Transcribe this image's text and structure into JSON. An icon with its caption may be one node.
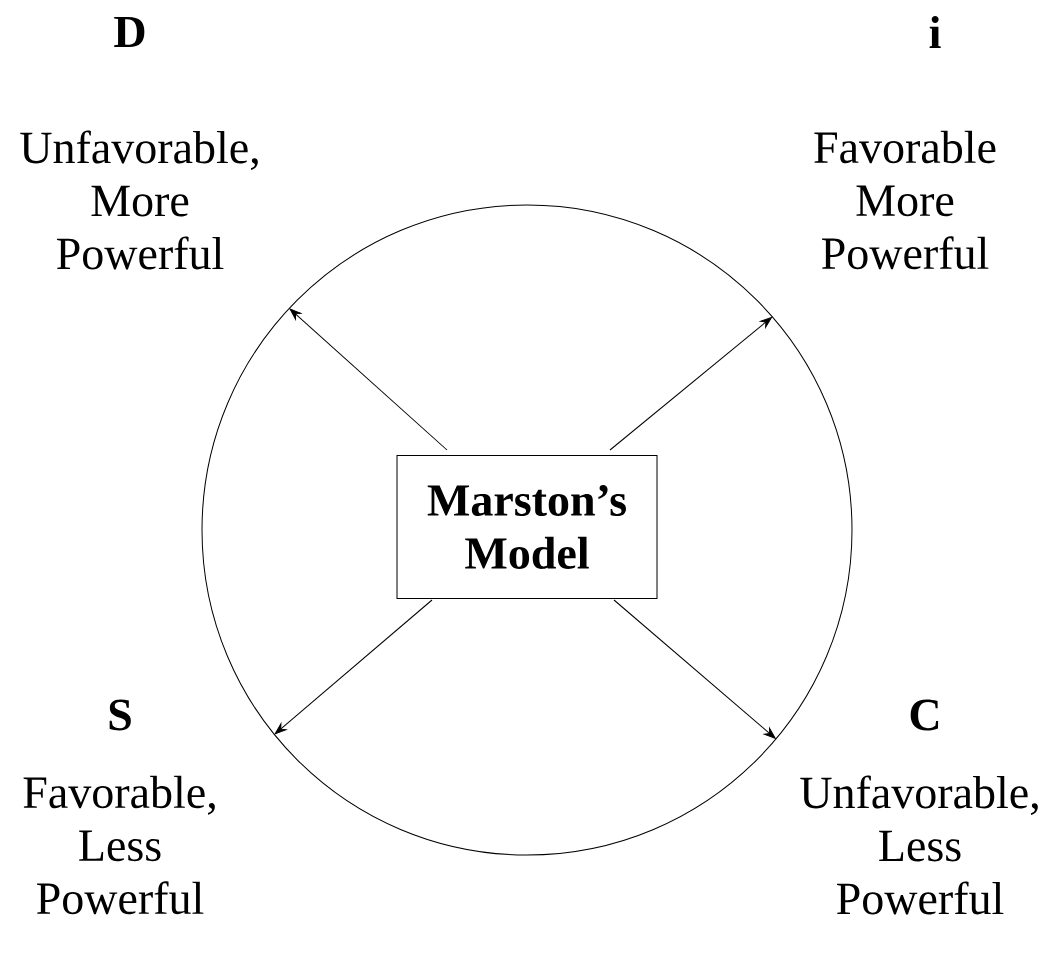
{
  "diagram": {
    "nodes": [
      {
        "text": [],
        "shape": "circle"
      },
      {
        "text": [
          "Marston’s Model"
        ],
        "in": 0
      }
    ],
    "edges": [
      {
        "from": 1,
        "to": 0,
        "arrow": "to"
      },
      {
        "from": 1,
        "to": 0,
        "arrow": "to"
      },
      {
        "from": 1,
        "to": 0,
        "arrow": "to"
      },
      {
        "from": 1,
        "to": 0,
        "arrow": "to"
      }
    ],
    "labels": [
      "D",
      "i",
      "Unfavorable, More Powerful",
      "Favorable More Powerful",
      "S",
      "C",
      "Favorable, Less Powerful",
      "Unfavorable, Less Powerful"
    ]
  }
}
